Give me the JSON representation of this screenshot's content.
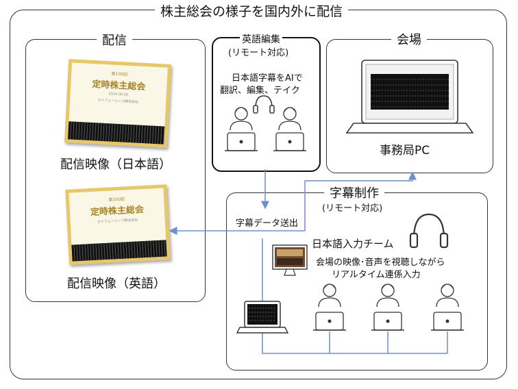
{
  "main_title": "株主総会の様子を国内外に配信",
  "haishin": {
    "title": "配信",
    "slide_heading": "第100回",
    "slide_title": "定時株主総会",
    "slide_date": "2024.00.00",
    "slide_company": "カイフェーシープ株式会社",
    "label_jp": "配信映像（日本語）",
    "label_en": "配信映像（英語）"
  },
  "eigo": {
    "title": "英語編集",
    "subtitle": "(リモート対応)",
    "desc_line1": "日本語字幕をAIで",
    "desc_line2": "翻訳、編集、テイク"
  },
  "kaijo": {
    "title": "会場",
    "pc_label": "事務局PC"
  },
  "jimaku": {
    "title": "字幕制作",
    "subtitle": "(リモート対応)",
    "send_label": "字幕データ送出",
    "team_label": "日本語入力チーム",
    "desc_line1": "会場の映像･音声を視聴しながら",
    "desc_line2": "リアルタイム連係入力"
  },
  "colors": {
    "arrow": "#6b8fc9",
    "slide_bg": "#fbf7e6",
    "slide_border": "#e6c86a",
    "title_gold": "#a8852a"
  }
}
